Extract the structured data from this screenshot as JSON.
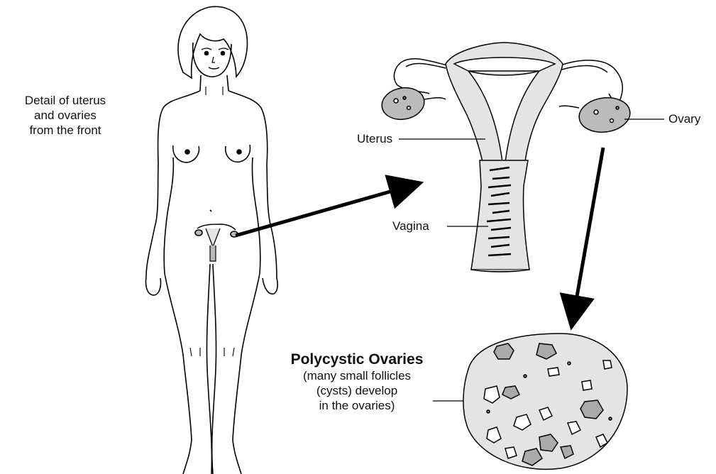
{
  "diagram": {
    "caption_lines": [
      "Detail of uterus",
      "and ovaries",
      "from the front"
    ],
    "labels": {
      "uterus": "Uterus",
      "ovary": "Ovary",
      "vagina": "Vagina"
    },
    "pcos": {
      "title": "Polycystic Ovaries",
      "description_lines": [
        "(many small follicles",
        "(cysts) develop",
        "in the ovaries)"
      ]
    },
    "colors": {
      "tissue": "#e4e4e4",
      "cyst": "#aaaaaa",
      "outline": "#000000"
    }
  }
}
